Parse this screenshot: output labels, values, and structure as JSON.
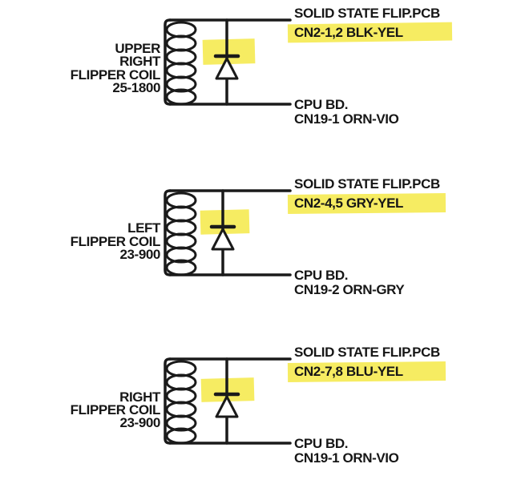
{
  "page": {
    "kind": "pinball-flipper-coil-wiring-diagram",
    "background": "#ffffff"
  },
  "colors": {
    "ink": "#1a1a1a",
    "highlight": "#f4e73b"
  },
  "icons": {
    "coil": "inductor-coil-icon",
    "diode": "diode-icon"
  },
  "blocks": [
    {
      "id": "upper-right-flipper",
      "coil_label_lines": [
        "UPPER",
        "RIGHT",
        "FLIPPER COIL",
        "25-1800"
      ],
      "pcb": {
        "line1": "SOLID STATE FLIP.PCB",
        "line2": "CN2-1,2 BLK-YEL"
      },
      "cpu": {
        "line1": "CPU BD.",
        "line2": "CN19-1 ORN-VIO"
      }
    },
    {
      "id": "left-flipper",
      "coil_label_lines": [
        "LEFT",
        "FLIPPER COIL",
        "23-900"
      ],
      "pcb": {
        "line1": "SOLID STATE FLIP.PCB",
        "line2": "CN2-4,5 GRY-YEL"
      },
      "cpu": {
        "line1": "CPU BD.",
        "line2": "CN19-2 ORN-GRY"
      }
    },
    {
      "id": "right-flipper",
      "coil_label_lines": [
        "RIGHT",
        "FLIPPER COIL",
        "23-900"
      ],
      "pcb": {
        "line1": "SOLID STATE FLIP.PCB",
        "line2": "CN2-7,8 BLU-YEL"
      },
      "cpu": {
        "line1": "CPU BD.",
        "line2": "CN19-1 ORN-VIO"
      }
    }
  ]
}
